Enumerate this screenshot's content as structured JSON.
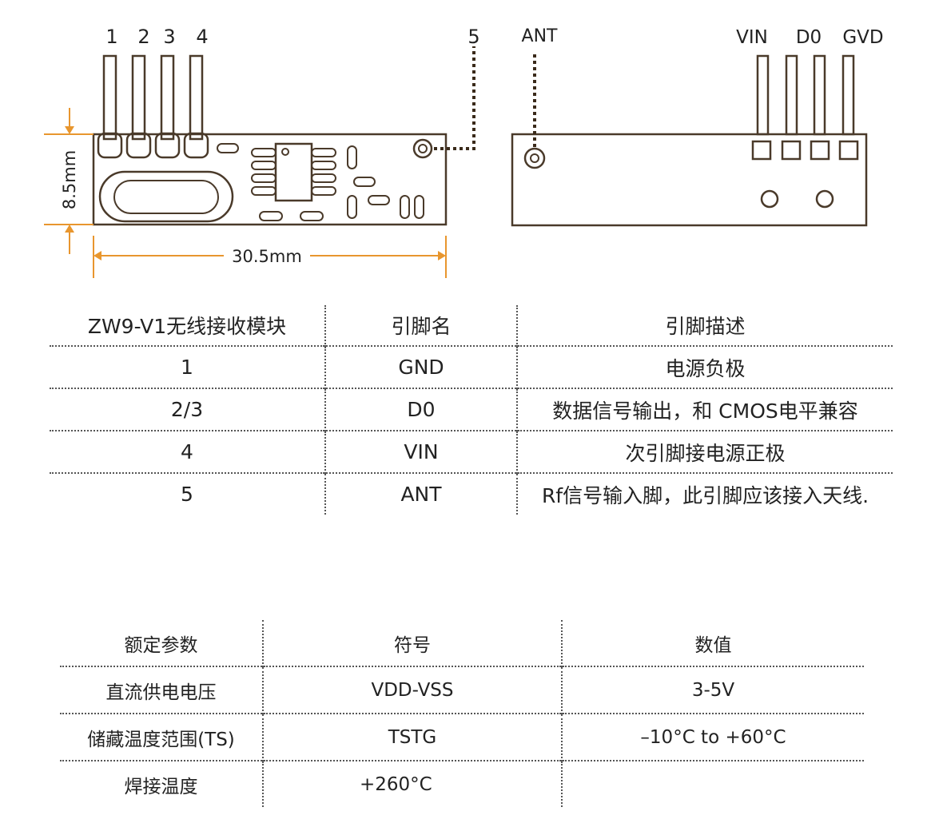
{
  "diagram": {
    "front_pin_numbers": [
      "1",
      "2",
      "3",
      "4"
    ],
    "antenna_pin_number": "5",
    "antenna_label": "ANT",
    "back_pin_labels": [
      "VIN",
      "D0",
      "GVD"
    ],
    "height_dim": "8.5mm",
    "width_dim": "30.5mm",
    "colors": {
      "outline": "#4a3a2a",
      "dimension": "#e8962e",
      "dotted": "#3a2a1a"
    }
  },
  "pin_table": {
    "headers": [
      "ZW9-V1无线接收模块",
      "引脚名",
      "引脚描述"
    ],
    "rows": [
      [
        "1",
        "GND",
        "电源负极"
      ],
      [
        "2/3",
        "D0",
        "数据信号输出，和 CMOS电平兼容"
      ],
      [
        "4",
        "VIN",
        "次引脚接电源正极"
      ],
      [
        "5",
        "ANT",
        "Rf信号输入脚，此引脚应该接入天线."
      ]
    ]
  },
  "rating_table": {
    "headers": [
      "额定参数",
      "符号",
      "数值"
    ],
    "rows": [
      [
        "直流供电电压",
        "VDD-VSS",
        "3-5V"
      ],
      [
        "储藏温度范围(TS)",
        "TSTG",
        "–10°C to +60°C"
      ],
      [
        "焊接温度",
        "+260°C",
        ""
      ]
    ]
  }
}
